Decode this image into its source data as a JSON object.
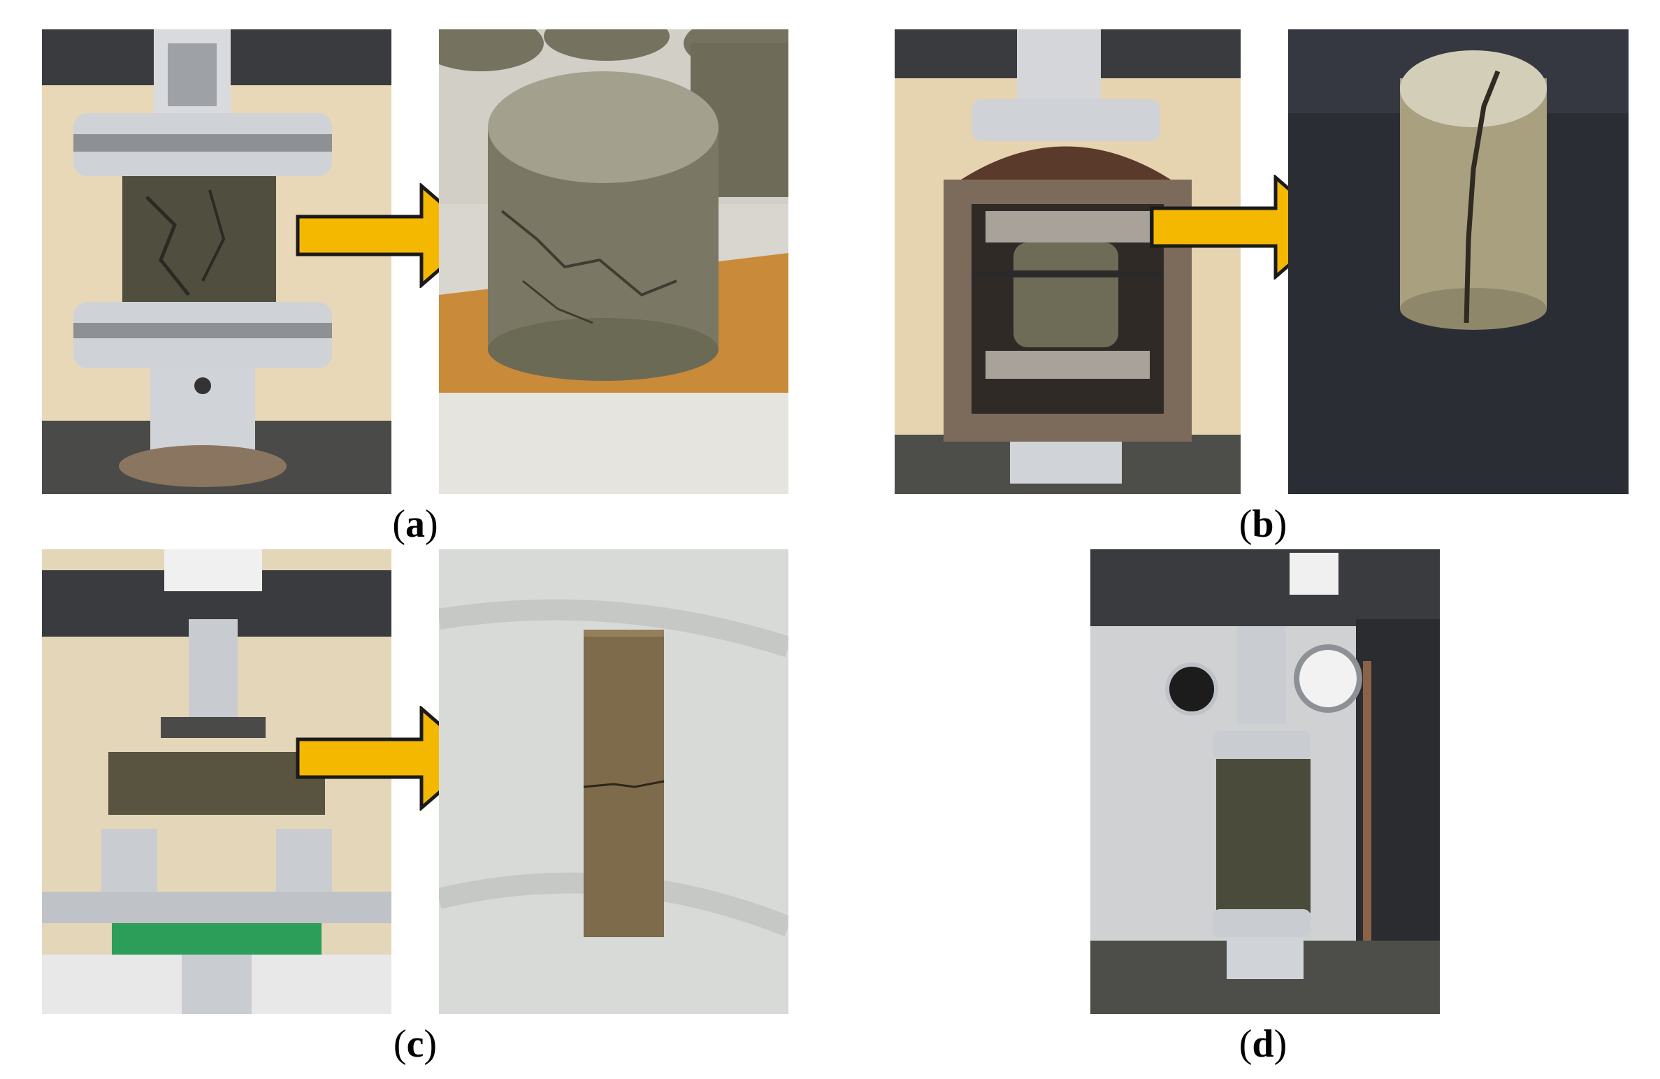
{
  "figure": {
    "captions": {
      "a": {
        "open": "(",
        "letter": "a",
        "close": ")"
      },
      "b": {
        "open": "(",
        "letter": "b",
        "close": ")"
      },
      "c": {
        "open": "(",
        "letter": "c",
        "close": ")"
      },
      "d": {
        "open": "(",
        "letter": "d",
        "close": ")"
      }
    },
    "colors": {
      "arrow_fill": "#F5B800",
      "arrow_stroke": "#1a1a1a",
      "sandstone": "#6b6a55",
      "sandstone_light": "#8a8772",
      "chrome": "#c9ccd0",
      "table_wood": "#c98a3a",
      "bench_black": "#2a2d33"
    }
  }
}
